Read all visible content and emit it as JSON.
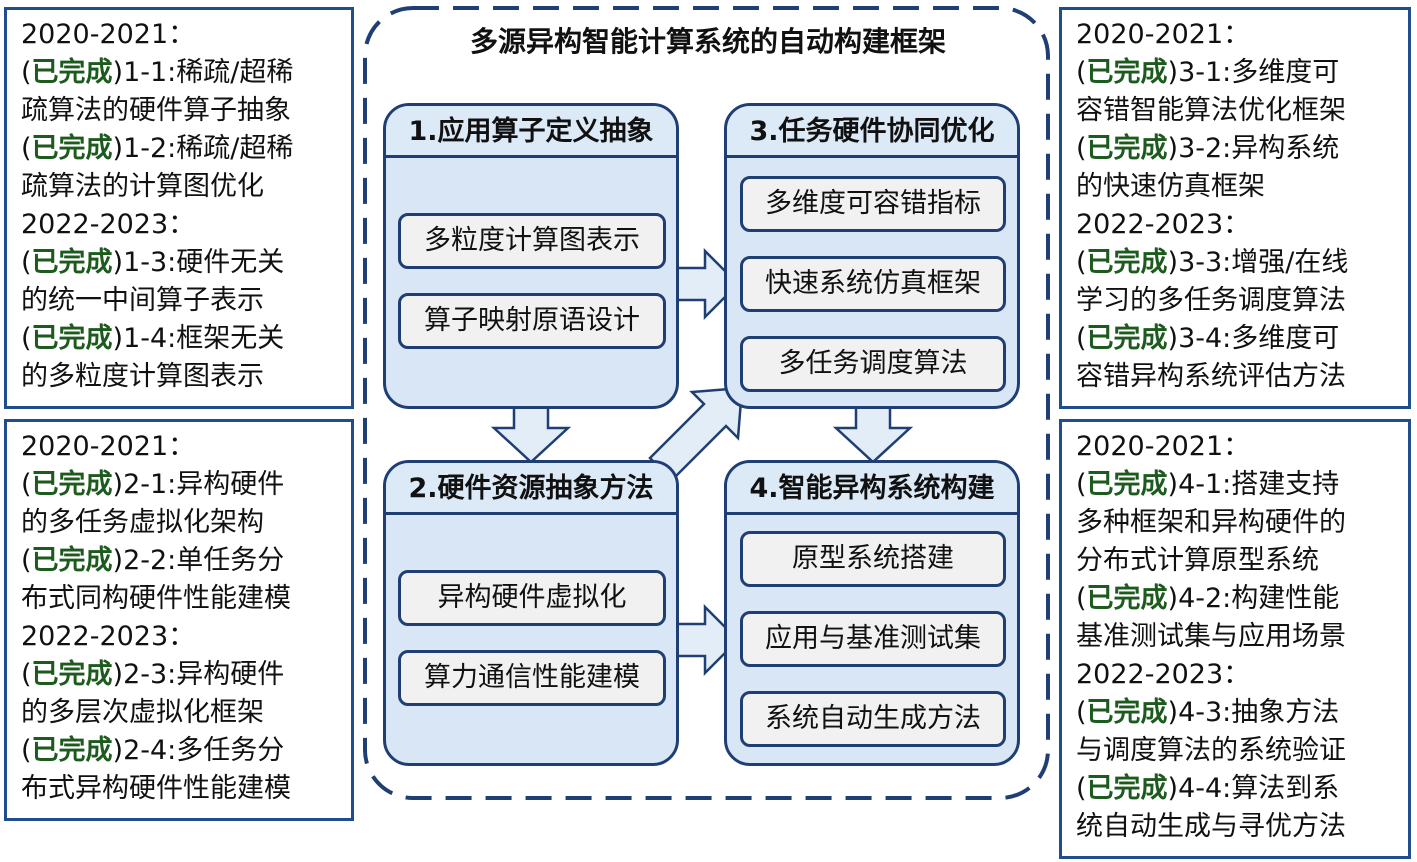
{
  "title": "多源异构智能计算系统的自动构建框架",
  "modules": [
    {
      "title": "1.应用算子定义抽象",
      "items": [
        "多粒度计算图表示",
        "算子映射原语设计"
      ]
    },
    {
      "title": "2.硬件资源抽象方法",
      "items": [
        "异构硬件虚拟化",
        "算力通信性能建模"
      ]
    },
    {
      "title": "3.任务硬件协同优化",
      "items": [
        "多维度可容错指标",
        "快速系统仿真框架",
        "多任务调度算法"
      ]
    },
    {
      "title": "4.智能异构系统构建",
      "items": [
        "原型系统搭建",
        "应用与基准测试集",
        "系统自动生成方法"
      ]
    }
  ],
  "panels": {
    "top_left": [
      {
        "plain": "2020-2021："
      },
      {
        "prefix": "(",
        "done": "已完成",
        "suffix": ")1-1:稀疏/超稀"
      },
      {
        "plain": "疏算法的硬件算子抽象"
      },
      {
        "prefix": "(",
        "done": "已完成",
        "suffix": ")1-2:稀疏/超稀"
      },
      {
        "plain": "疏算法的计算图优化"
      },
      {
        "plain": "2022-2023："
      },
      {
        "prefix": "(",
        "done": "已完成",
        "suffix": ")1-3:硬件无关"
      },
      {
        "plain": "的统一中间算子表示"
      },
      {
        "prefix": "(",
        "done": "已完成",
        "suffix": ")1-4:框架无关"
      },
      {
        "plain": "的多粒度计算图表示"
      }
    ],
    "bottom_left": [
      {
        "plain": "2020-2021："
      },
      {
        "prefix": "(",
        "done": "已完成",
        "suffix": ")2-1:异构硬件"
      },
      {
        "plain": "的多任务虚拟化架构"
      },
      {
        "prefix": "(",
        "done": "已完成",
        "suffix": ")2-2:单任务分"
      },
      {
        "plain": "布式同构硬件性能建模"
      },
      {
        "plain": "2022-2023："
      },
      {
        "prefix": "(",
        "done": "已完成",
        "suffix": ")2-3:异构硬件"
      },
      {
        "plain": "的多层次虚拟化框架"
      },
      {
        "prefix": "(",
        "done": "已完成",
        "suffix": ")2-4:多任务分"
      },
      {
        "plain": "布式异构硬件性能建模"
      }
    ],
    "top_right": [
      {
        "plain": "2020-2021："
      },
      {
        "prefix": "(",
        "done": "已完成",
        "suffix": ")3-1:多维度可"
      },
      {
        "plain": "容错智能算法优化框架"
      },
      {
        "prefix": "(",
        "done": "已完成",
        "suffix": ")3-2:异构系统"
      },
      {
        "plain": "的快速仿真框架"
      },
      {
        "plain": "2022-2023："
      },
      {
        "prefix": "(",
        "done": "已完成",
        "suffix": ")3-3:增强/在线"
      },
      {
        "plain": "学习的多任务调度算法"
      },
      {
        "prefix": "(",
        "done": "已完成",
        "suffix": ")3-4:多维度可"
      },
      {
        "plain": "容错异构系统评估方法"
      }
    ],
    "bottom_right": [
      {
        "plain": "2020-2021："
      },
      {
        "prefix": "(",
        "done": "已完成",
        "suffix": ")4-1:搭建支持"
      },
      {
        "plain": "多种框架和异构硬件的"
      },
      {
        "plain": "分布式计算原型系统"
      },
      {
        "prefix": "(",
        "done": "已完成",
        "suffix": ")4-2:构建性能"
      },
      {
        "plain": "基准测试集与应用场景"
      },
      {
        "plain": "2022-2023："
      },
      {
        "prefix": "(",
        "done": "已完成",
        "suffix": ")4-3:抽象方法"
      },
      {
        "plain": "与调度算法的系统验证"
      },
      {
        "prefix": "(",
        "done": "已完成",
        "suffix": ")4-4:算法到系"
      },
      {
        "plain": "统自动生成与寻优方法"
      }
    ]
  },
  "colors": {
    "border": "#1f4e8c",
    "module_fill": "#d8e6f5",
    "item_fill": "#f1f1f1",
    "done_text": "#1d5a1d",
    "arrow_fill": "#e3edf8"
  }
}
